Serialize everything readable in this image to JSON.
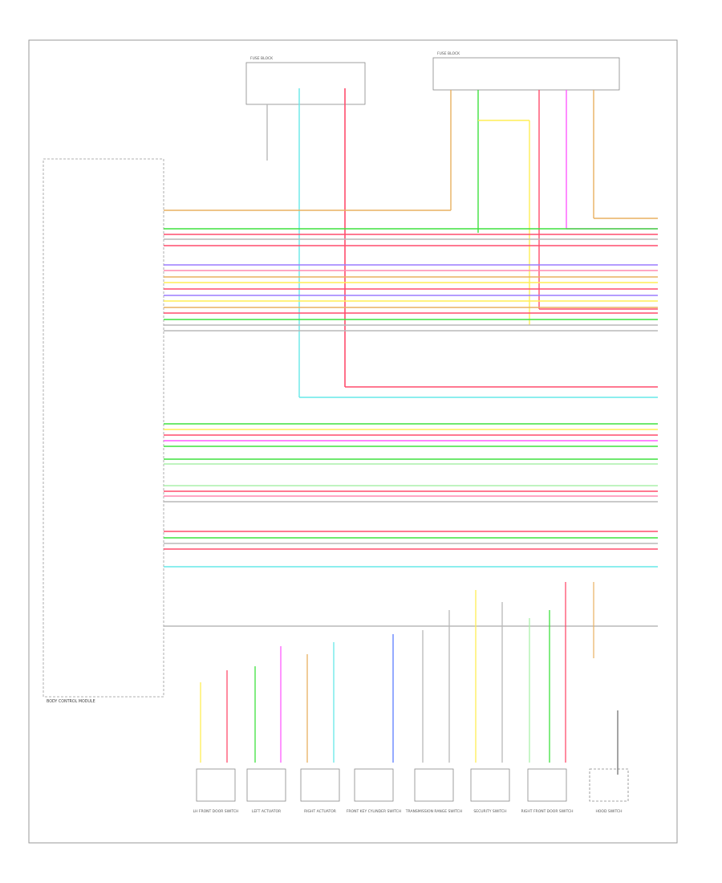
{
  "figure_id": "",
  "colors": {
    "wire_red": "#ff4d6d",
    "wire_green": "#3ee23e",
    "wire_magenta": "#ff5cff",
    "wire_violet": "#9b7bff",
    "wire_yellow": "#ffee55",
    "wire_orange": "#e8b060",
    "wire_cyan": "#66e8e8",
    "wire_gray": "#b8b8b8",
    "wire_lightgreen": "#aaf0aa",
    "wire_pink": "#ff8ab0",
    "wire_blue": "#5c7cff",
    "frame": "#999999"
  },
  "components": {
    "control_module": "BODY CONTROL MODULE",
    "upper_left_fuse_box": "FUSE BLOCK",
    "upper_right_fuse_box": "FUSE BLOCK",
    "bottom_boxes": [
      "LH FRONT DOOR SWITCH",
      "LEFT ACTUATOR",
      "RIGHT ACTUATOR",
      "FRONT KEY CYLINDER SWITCH",
      "TRANSMISSION RANGE SWITCH",
      "SECURITY SWITCH",
      "RIGHT FRONT DOOR SWITCH",
      "HOOD SWITCH"
    ]
  }
}
